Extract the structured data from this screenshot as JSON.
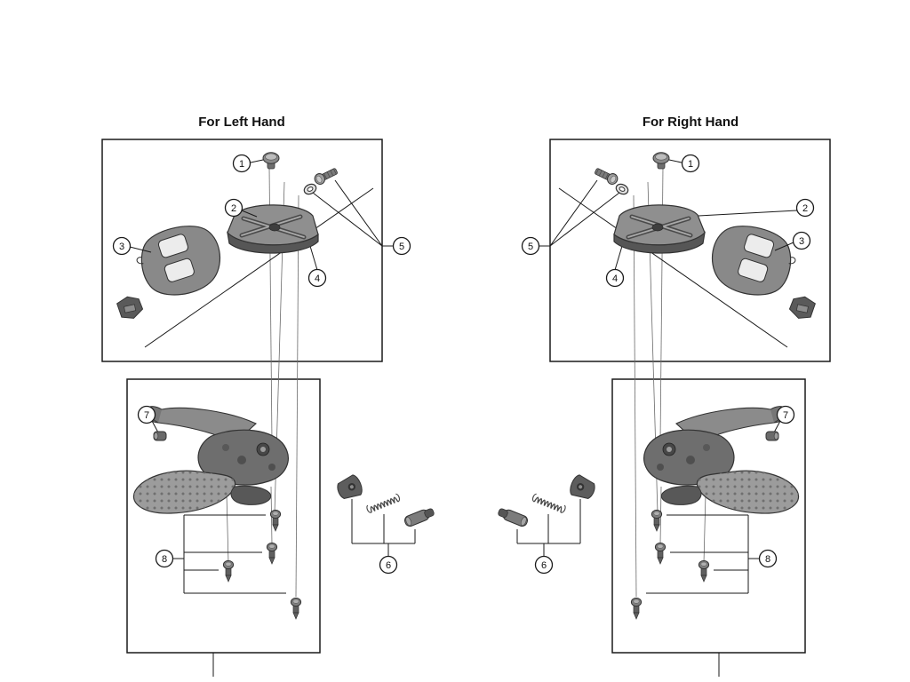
{
  "panels": {
    "left": {
      "title": "For Left Hand"
    },
    "right": {
      "title": "For Right Hand"
    }
  },
  "callouts": {
    "c1": "1",
    "c2": "2",
    "c3": "3",
    "c4": "4",
    "c5": "5",
    "c6": "6",
    "c7": "7",
    "c8": "8"
  }
}
